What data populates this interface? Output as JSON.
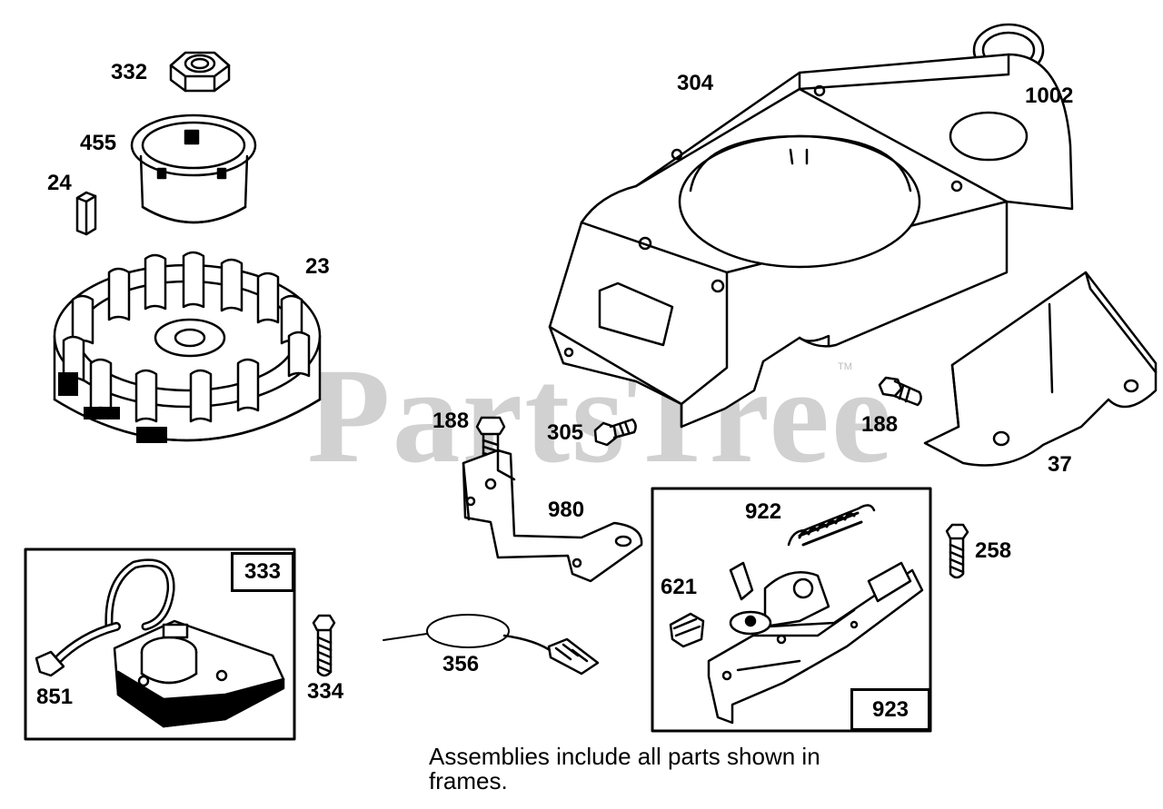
{
  "watermark": {
    "text": "PartsTree",
    "trademark": "TM"
  },
  "labels": {
    "p332": "332",
    "p455": "455",
    "p24": "24",
    "p23": "23",
    "p304": "304",
    "p1002": "1002",
    "p188a": "188",
    "p305": "305",
    "p188b": "188",
    "p37": "37",
    "p980": "980",
    "p922": "922",
    "p258": "258",
    "p621": "621",
    "p851": "851",
    "p334": "334",
    "p356": "356"
  },
  "frames": {
    "ignition": {
      "tag": "333"
    },
    "governor": {
      "tag": "923"
    }
  },
  "note": {
    "line1": "Assemblies include all parts shown in",
    "line2": "frames."
  }
}
